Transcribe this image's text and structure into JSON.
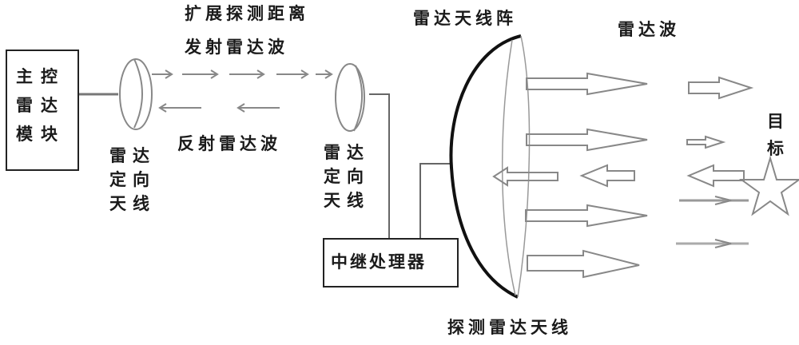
{
  "labels": {
    "main_module": "主控雷达模块",
    "extend_range": "扩展探测距离",
    "transmit_wave": "发射雷达波",
    "reflect_wave": "反射雷达波",
    "directional_antenna_left": "雷达定向天线",
    "directional_antenna_right": "雷达定向天线",
    "relay_processor": "中继处理器",
    "antenna_array": "雷达天线阵",
    "radar_wave": "雷达波",
    "target": "目标",
    "detection_antenna": "探测雷达天线"
  },
  "colors": {
    "line": "#222222",
    "arrow_outline": "#888888",
    "dish_outline": "#777777",
    "curve": "#111111"
  }
}
